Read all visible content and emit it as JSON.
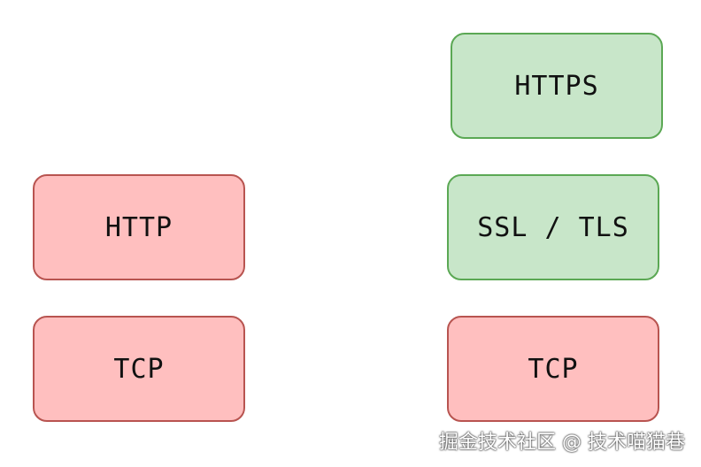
{
  "left_stack": {
    "top_label": "HTTP",
    "bottom_label": "TCP"
  },
  "right_stack": {
    "top_label": "HTTPS",
    "middle_label": "SSL / TLS",
    "bottom_label": "TCP"
  },
  "colors": {
    "plain_layer_fill": "#ffbfbf",
    "plain_layer_border": "#b85450",
    "secure_layer_fill": "#c8e6c9",
    "secure_layer_border": "#5ba854"
  },
  "watermark": "掘金技术社区 @ 技术喵猫巷"
}
